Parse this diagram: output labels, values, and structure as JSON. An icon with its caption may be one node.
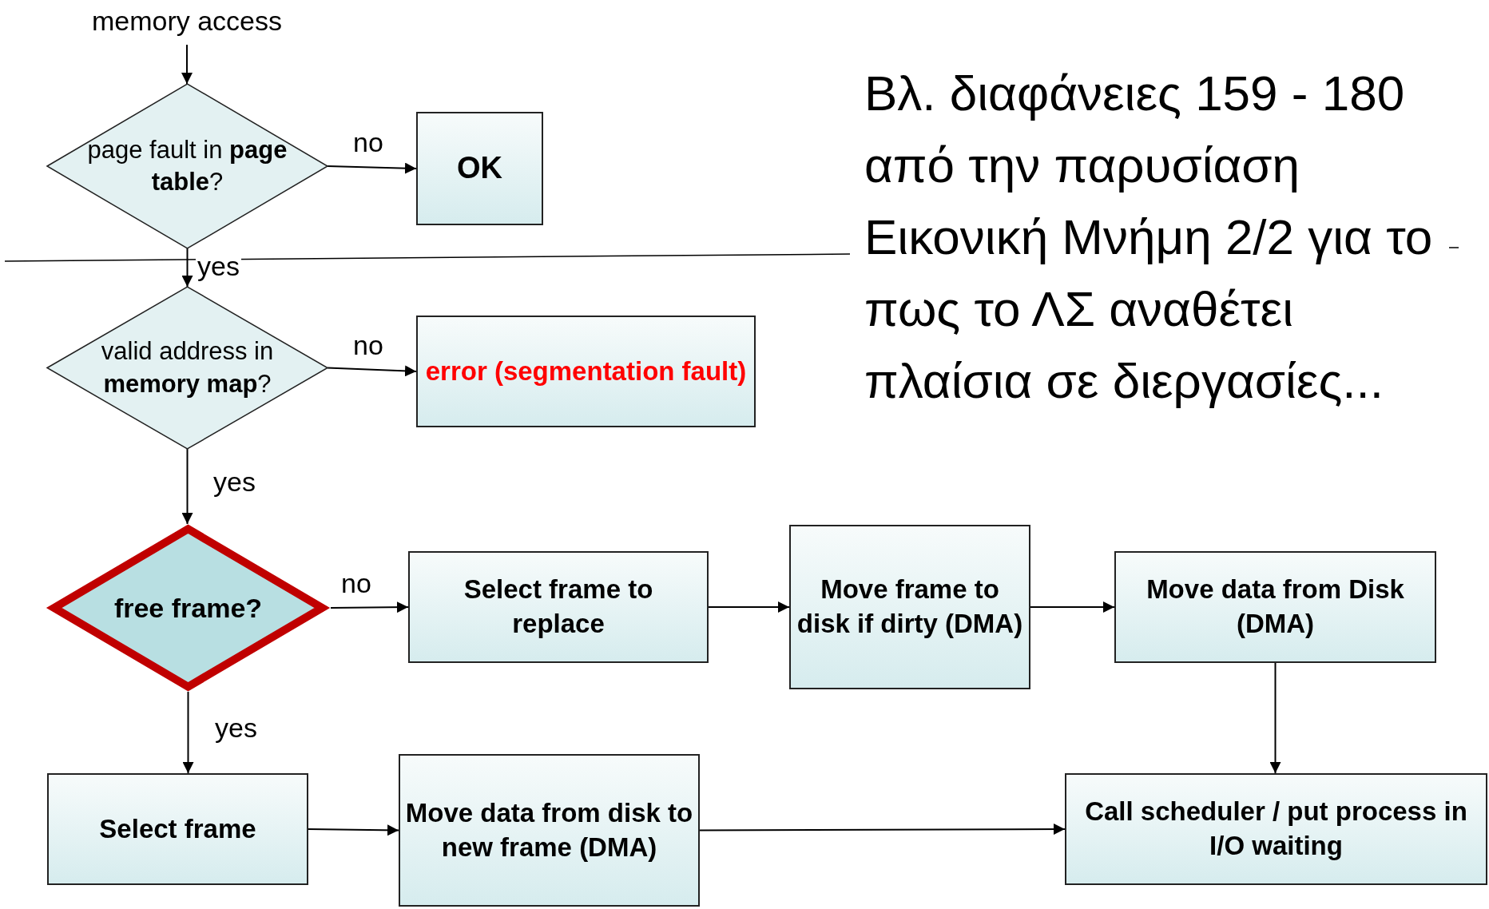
{
  "diagram": {
    "nodes": [
      {
        "text": [
          "memory access"
        ]
      },
      {
        "text": [
          "page fault in **page table**?"
        ]
      },
      {
        "text": [
          "OK"
        ]
      },
      {
        "text": [
          "valid address in **memory map**?"
        ]
      },
      {
        "text": [
          "error (segmentation fault)"
        ]
      },
      {
        "text": [
          "free frame?"
        ]
      },
      {
        "text": [
          "Select frame to replace"
        ]
      },
      {
        "text": [
          "Move frame to disk if dirty (DMA)"
        ]
      },
      {
        "text": [
          "Move data from Disk (DMA)"
        ]
      },
      {
        "text": [
          "Select frame"
        ]
      },
      {
        "text": [
          "Move data from disk to new frame (DMA)"
        ]
      },
      {
        "text": [
          "Call scheduler / put process in I/O waiting"
        ]
      }
    ],
    "edges": [
      {
        "from": 0,
        "to": 1,
        "arrow": "to"
      },
      {
        "from": 1,
        "to": 2,
        "arrow": "to",
        "label": "no"
      },
      {
        "from": 1,
        "to": 3,
        "arrow": "to",
        "label": "yes"
      },
      {
        "from": 3,
        "to": 4,
        "arrow": "to",
        "label": "no"
      },
      {
        "from": 3,
        "to": 5,
        "arrow": "to",
        "label": "yes"
      },
      {
        "from": 5,
        "to": 6,
        "arrow": "to",
        "label": "no"
      },
      {
        "from": 5,
        "to": 9,
        "arrow": "to",
        "label": "yes"
      },
      {
        "from": 6,
        "to": 7,
        "arrow": "to"
      },
      {
        "from": 7,
        "to": 8,
        "arrow": "to"
      },
      {
        "from": 8,
        "to": 11,
        "arrow": "to"
      },
      {
        "from": 9,
        "to": 10,
        "arrow": "to"
      },
      {
        "from": 10,
        "to": 11,
        "arrow": "to"
      }
    ],
    "labels": [
      "Βλ. διαφάνειες 159 - 180 από την παρυσίαση Εικονική Μνήμη 2/2 για το πως το ΛΣ αναθέτει πλαίσια σε διεργασίες..."
    ]
  }
}
